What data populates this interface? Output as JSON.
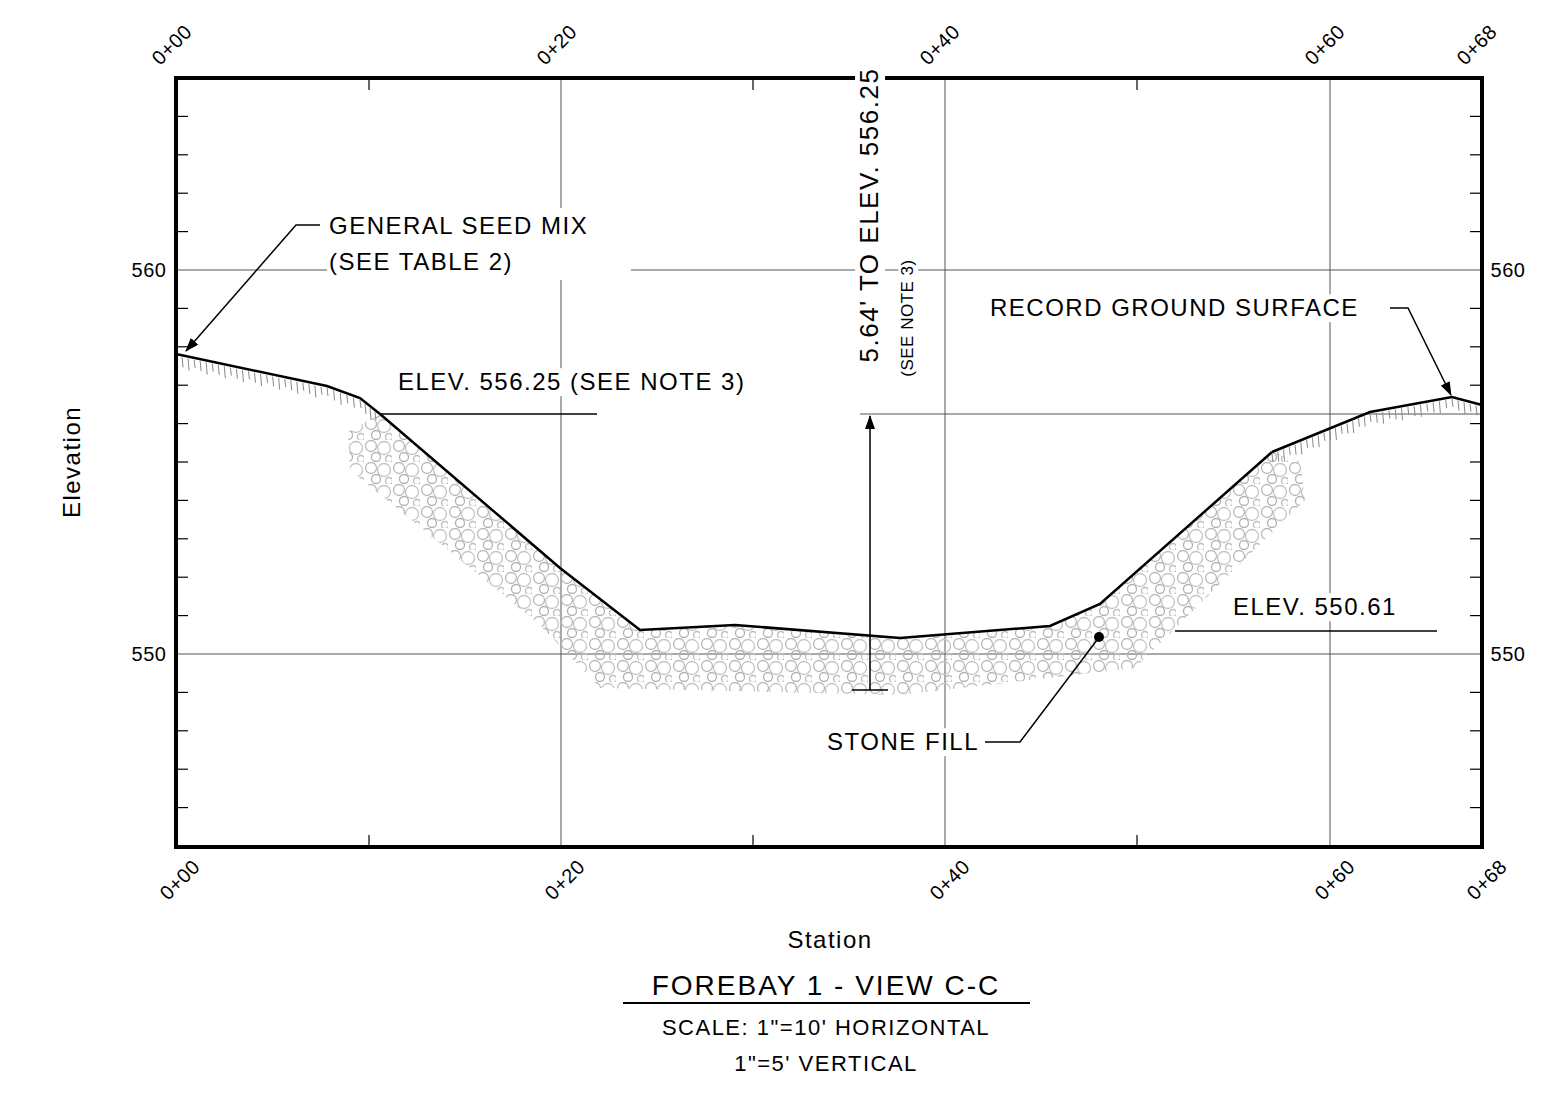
{
  "diagram": {
    "title": "FOREBAY 1 - VIEW C-C",
    "labels": [
      "0+00",
      "0+20",
      "0+40",
      "0+60",
      "0+68",
      "0+00",
      "0+20",
      "0+40",
      "0+60",
      "0+68",
      "560",
      "550",
      "560",
      "550",
      "Elevation",
      "Station",
      "GENERAL SEED MIX (SEE TABLE 2)",
      "ELEV. 556.25 (SEE NOTE 3)",
      "5.64' TO ELEV. 556.25",
      "(SEE NOTE 3)",
      "RECORD GROUND SURFACE",
      "ELEV. 550.61",
      "STONE FILL",
      "SCALE: 1\"=10' HORIZONTAL",
      "1\"=5' VERTICAL"
    ]
  }
}
